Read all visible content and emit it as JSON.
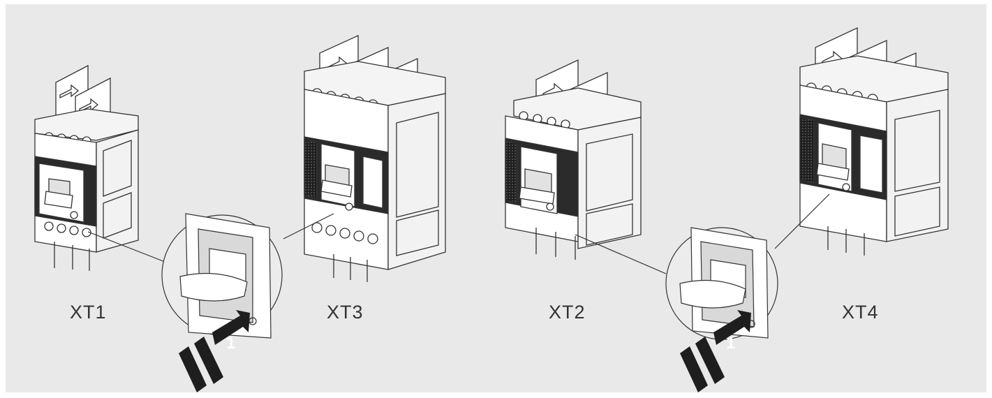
{
  "colors": {
    "background": "#e9e9e9",
    "line": "#333333",
    "body_fill": "#ffffff",
    "shade_fill": "#d8d8d8",
    "dark_fill": "#2a2a2a",
    "arrow_fill": "#1e1e1e"
  },
  "breakers": [
    {
      "model": "XT1"
    },
    {
      "model": "XT3"
    },
    {
      "model": "XT2"
    },
    {
      "model": "XT4"
    }
  ],
  "callouts": [
    {
      "step": "1",
      "icon": "push-arrow-icon"
    },
    {
      "step": "1",
      "icon": "push-arrow-icon"
    }
  ]
}
